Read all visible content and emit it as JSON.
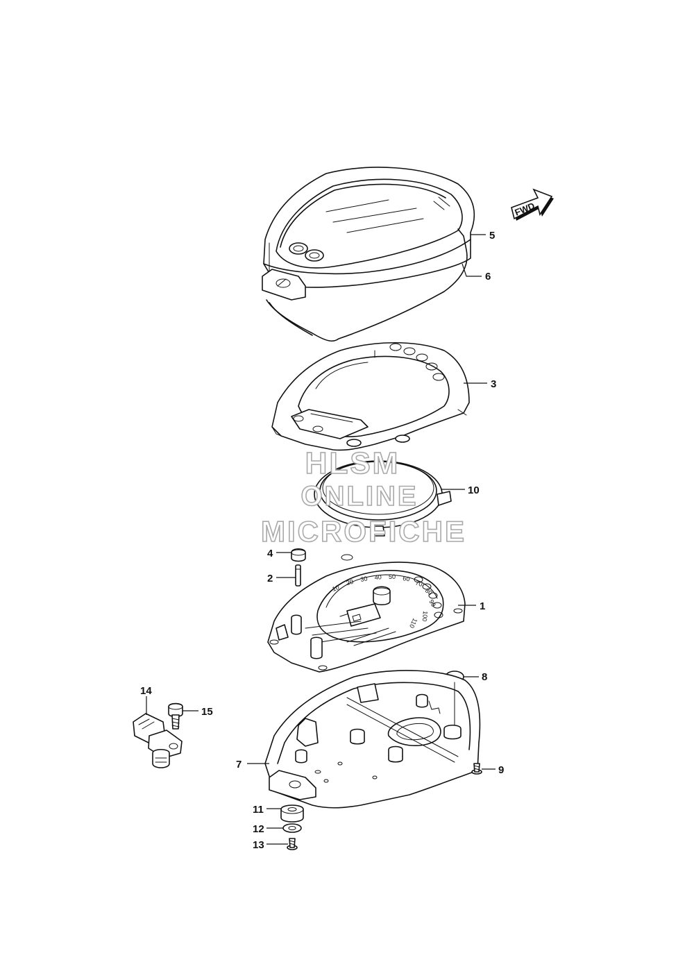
{
  "diagram": {
    "direction_badge": "FWD",
    "watermark": [
      "HLSM",
      "ONLINE",
      "MICROFICHE"
    ],
    "dial_numbers": [
      "10",
      "20",
      "30",
      "40",
      "50",
      "60",
      "70",
      "80",
      "90",
      "100",
      "110"
    ],
    "callouts": [
      {
        "id": "1",
        "label": "1"
      },
      {
        "id": "2",
        "label": "2"
      },
      {
        "id": "3",
        "label": "3"
      },
      {
        "id": "4",
        "label": "4"
      },
      {
        "id": "5",
        "label": "5"
      },
      {
        "id": "6",
        "label": "6"
      },
      {
        "id": "7",
        "label": "7"
      },
      {
        "id": "8",
        "label": "8"
      },
      {
        "id": "9",
        "label": "9"
      },
      {
        "id": "10",
        "label": "10"
      },
      {
        "id": "11",
        "label": "11"
      },
      {
        "id": "12",
        "label": "12"
      },
      {
        "id": "13",
        "label": "13"
      },
      {
        "id": "14",
        "label": "14"
      },
      {
        "id": "15",
        "label": "15"
      }
    ]
  }
}
